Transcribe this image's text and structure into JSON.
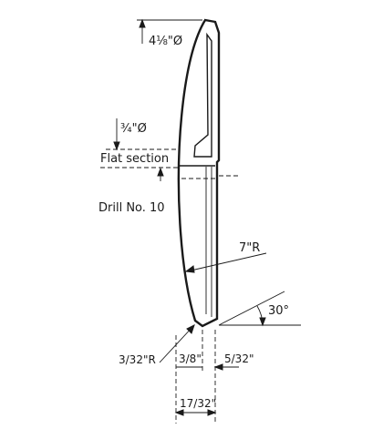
{
  "dimensions": {
    "top_diameter": "4⅛\"Ø",
    "mid_diameter": "¾\"Ø",
    "flat_section": "Flat section",
    "drill": "Drill No. 10",
    "arc_radius": "7\"R",
    "angle": "30°",
    "corner_radius": "3/32\"R",
    "width_left": "3/8\"",
    "width_right": "5/32\"",
    "width_total": "17/32\""
  },
  "colors": {
    "ink": "#1a1a1a",
    "paper": "#ffffff"
  }
}
